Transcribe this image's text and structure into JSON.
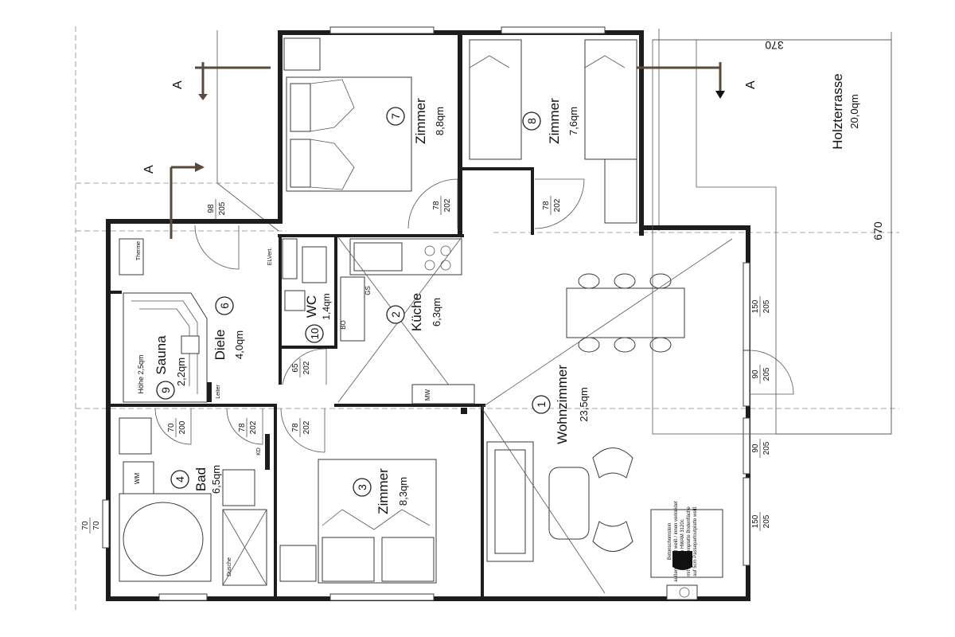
{
  "rooms": {
    "wohnzimmer": {
      "num": "1",
      "name": "Wohnzimmer",
      "area": "23,5qm"
    },
    "kueche": {
      "num": "2",
      "name": "Küche",
      "area": "6,3qm"
    },
    "zimmer3": {
      "num": "3",
      "name": "Zimmer",
      "area": "8,3qm"
    },
    "bad": {
      "num": "4",
      "name": "Bad",
      "area": "6,5qm"
    },
    "diele": {
      "num": "6",
      "name": "Diele",
      "area": "4,0qm"
    },
    "zimmer7": {
      "num": "7",
      "name": "Zimmer",
      "area": "8,8qm"
    },
    "zimmer8": {
      "num": "8",
      "name": "Zimmer",
      "area": "7,6qm"
    },
    "sauna": {
      "num": "9",
      "name": "Sauna",
      "area": "2,2qm",
      "note": "Höhe 2,5qm"
    },
    "wc": {
      "num": "10",
      "name": "WC",
      "area": "1,4qm"
    },
    "terrasse": {
      "name": "Holzterrasse",
      "area": "20,0qm"
    }
  },
  "doors": {
    "d98": {
      "w": "98",
      "h": "205"
    },
    "d78a": {
      "w": "78",
      "h": "202"
    },
    "d78b": {
      "w": "78",
      "h": "202"
    },
    "d65": {
      "w": "65",
      "h": "202"
    },
    "d78c": {
      "w": "78",
      "h": "202"
    },
    "d70": {
      "w": "70",
      "h": "200"
    },
    "d78d": {
      "w": "78",
      "h": "202"
    }
  },
  "windows": {
    "w150a": {
      "w": "150",
      "h": "205"
    },
    "w90a": {
      "w": "90",
      "h": "205"
    },
    "w90b": {
      "w": "90",
      "h": "205"
    },
    "w150b": {
      "w": "150",
      "h": "205"
    },
    "w70": {
      "w": "70",
      "h": "70"
    }
  },
  "dims": {
    "d370": "370",
    "d670": "670"
  },
  "section": {
    "label": "A"
  },
  "labels": {
    "mw": "MW",
    "wm": "WM",
    "gs": "GS",
    "bo": "BO",
    "leiter": "Leiter",
    "therme": "Therme",
    "elvert": "ELVert.",
    "kd": "KD",
    "dusche": "Dusche",
    "beton": "Betonschornstein",
    "stove1": "außen verputzt weiß / innen verkleidet",
    "stove2": "Kamin HWAM 3120c",
    "stove3": "mit Kunststeinplatte Bodenfläche",
    "stove4": "auf 5cm Passepartoutplatte weiß"
  }
}
